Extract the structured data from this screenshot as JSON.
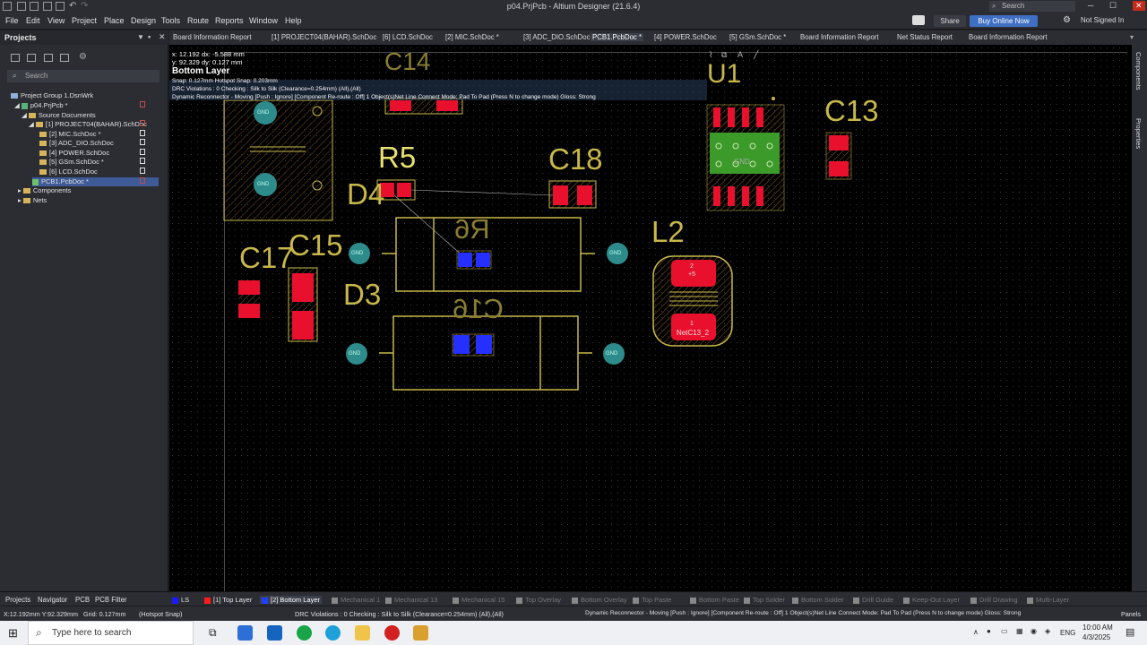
{
  "window": {
    "title": "p04.PrjPcb - Altium Designer (21.6.4)",
    "search_placeholder": "Search",
    "share_label": "Share",
    "buy_label": "Buy Online Now",
    "signin_label": "Not Signed In"
  },
  "menu": [
    "File",
    "Edit",
    "View",
    "Project",
    "Place",
    "Design",
    "Tools",
    "Route",
    "Reports",
    "Window",
    "Help"
  ],
  "projects_panel": {
    "title": "Projects",
    "search_placeholder": "Search",
    "tree": {
      "group": "Project Group 1.DsnWrk",
      "project": "p04.PrjPcb *",
      "source_folder": "Source Documents",
      "docs": [
        "[1] PROJECT04(BAHAR).SchDoc",
        "[2] MIC.SchDoc *",
        "[3] ADC_DIO.SchDoc",
        "[4] POWER.SchDoc",
        "[5] GSm.SchDoc *",
        "[6] LCD.SchDoc"
      ],
      "pcb": "PCB1.PcbDoc *",
      "components": "Components",
      "nets": "Nets"
    }
  },
  "doc_tabs": [
    "Board Information Report",
    "[1] PROJECT04(BAHAR).SchDoc",
    "[6] LCD.SchDoc",
    "[2] MIC.SchDoc *",
    "[3] ADC_DIO.SchDoc",
    "PCB1.PcbDoc *",
    "[4] POWER.SchDoc",
    "[5] GSm.SchDoc *",
    "Board Information Report",
    "Net Status Report",
    "Board Information Report"
  ],
  "hud": {
    "coord_line1": "x: 12.192   dx: -5.588 mm",
    "coord_line2": "y: 92.329   dy: 0.127 mm",
    "layer": "Bottom Layer",
    "snap": "Snap: 0.127mm Hotspot Snap: 0.203mm",
    "drc": "DRC Violations : 0 Checking : Silk to Silk (Clearance=0.254mm) (All),(All)",
    "reconnector": "Dynamic Reconnector - Moving [Push : Ignore] [Component Re-route : Off] 1 Object(s)Net Line Connect Mode: Pad To Pad (Press N to change mode) Gloss: Strong"
  },
  "designators": {
    "c14": "C14",
    "u1": "U1",
    "c13": "C13",
    "r5": "R5",
    "c18": "C18",
    "d4": "D4",
    "l2": "L2",
    "c17": "C17",
    "c15": "C15",
    "d3": "D3",
    "r6": "R6",
    "c16": "C16"
  },
  "pad_labels": {
    "gnd": "GND",
    "l2_top": "2\n+5",
    "l2_bottom": "NetC13_2",
    "l2_pad1": "1",
    "l2_pad2": "2",
    "l2_plus5": "+5",
    "u1_center": "9\nGND"
  },
  "right_rail": [
    "Components",
    "Properties"
  ],
  "bottom_tabs": [
    "Projects",
    "Navigator",
    "PCB",
    "PCB Filter"
  ],
  "layer_tabs": [
    {
      "label": "LS",
      "color": "#1a1aff",
      "on": true
    },
    {
      "label": "[1] Top Layer",
      "color": "#ff1a1a",
      "on": true
    },
    {
      "label": "[2] Bottom Layer",
      "color": "#2040ff",
      "on": true
    },
    {
      "label": "Mechanical 1",
      "color": "#888888",
      "on": false
    },
    {
      "label": "Mechanical 13",
      "color": "#888888",
      "on": false
    },
    {
      "label": "Mechanical 15",
      "color": "#888888",
      "on": false
    },
    {
      "label": "Top Overlay",
      "color": "#888888",
      "on": false
    },
    {
      "label": "Bottom Overlay",
      "color": "#888888",
      "on": false
    },
    {
      "label": "Top Paste",
      "color": "#888888",
      "on": false
    },
    {
      "label": "Bottom Paste",
      "color": "#888888",
      "on": false
    },
    {
      "label": "Top Solder",
      "color": "#888888",
      "on": false
    },
    {
      "label": "Bottom Solder",
      "color": "#888888",
      "on": false
    },
    {
      "label": "Drill Guide",
      "color": "#888888",
      "on": false
    },
    {
      "label": "Keep-Out Layer",
      "color": "#888888",
      "on": false
    },
    {
      "label": "Drill Drawing",
      "color": "#888888",
      "on": false
    },
    {
      "label": "Multi-Layer",
      "color": "#888888",
      "on": false
    }
  ],
  "status": {
    "coords": "X:12.192mm Y:92.329mm",
    "grid": "Grid: 0.127mm",
    "snap": "(Hotspot Snap)",
    "drc": "DRC Violations : 0 Checking : Silk to Silk (Clearance=0.254mm) (All),(All)",
    "reconnector": "Dynamic Reconnector - Moving [Push : Ignore] [Component Re-route : Off] 1 Object(s)Net Line Connect Mode: Pad To Pad (Press N to change mode) Gloss: Strong",
    "panels": "Panels"
  },
  "taskbar": {
    "search_placeholder": "Type here to search",
    "lang": "ENG",
    "time": "10:00 AM",
    "date": "4/3/2025"
  },
  "colors": {
    "silk": "#c8b84a",
    "pad_red": "#e8102c",
    "pad_blue": "#2530ff",
    "via_teal": "#2e8b8b",
    "accent": "#3f6fc2"
  }
}
